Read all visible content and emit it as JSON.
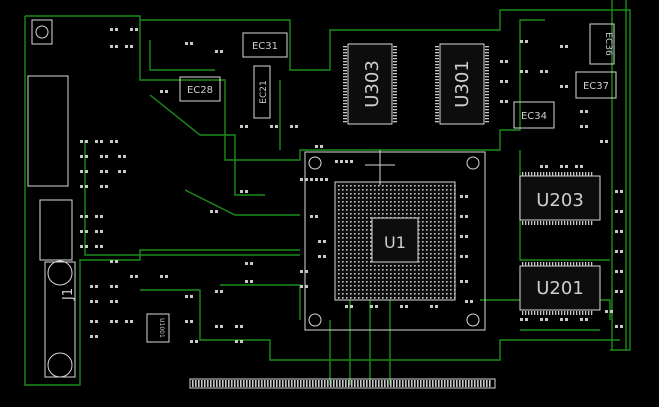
{
  "components": {
    "u303": "U303",
    "u301": "U301",
    "u203": "U203",
    "u201": "U201",
    "u1": "U1",
    "ec31": "EC31",
    "ec28": "EC28",
    "ec21": "EC21",
    "ec36": "EC36",
    "ec37": "EC37",
    "ec34": "EC34",
    "j1": "J1",
    "u1001": "U1001"
  },
  "colors": {
    "background": "#000000",
    "trace": "#1a8c1a",
    "silkscreen": "#d8d8d8"
  }
}
